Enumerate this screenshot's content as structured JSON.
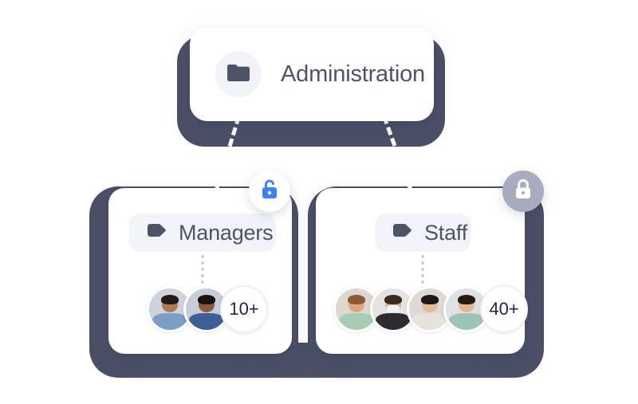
{
  "diagram": {
    "root": {
      "title": "Administration",
      "icon": "folder-icon"
    },
    "connectors": {
      "left": "dashed-connector-left",
      "right": "dashed-connector-right"
    },
    "groups": [
      {
        "id": "managers",
        "label": "Managers",
        "tag_icon": "tag-icon",
        "lock": {
          "icon": "unlock-icon",
          "state": "unlocked",
          "circle_color": "#ffffff",
          "glyph_color": "#3b82f6"
        },
        "members_overflow": "10+",
        "avatars": [
          {
            "name": "avatar-manager-1",
            "skin": "#b07a55",
            "hair": "#221a16",
            "shirt": "#7b9ec4",
            "mask": false
          },
          {
            "name": "avatar-manager-2",
            "skin": "#8b5a39",
            "hair": "#191210",
            "shirt": "#3f5f96",
            "mask": false
          }
        ]
      },
      {
        "id": "staff",
        "label": "Staff",
        "tag_icon": "tag-icon",
        "lock": {
          "icon": "lock-icon",
          "state": "locked",
          "circle_color": "#a9acc0",
          "glyph_color": "#ffffff"
        },
        "members_overflow": "40+",
        "avatars": [
          {
            "name": "avatar-staff-1",
            "skin": "#dba882",
            "hair": "#8a5a38",
            "shirt": "#a9cdb4",
            "mask": false
          },
          {
            "name": "avatar-staff-2",
            "skin": "#e0b38c",
            "hair": "#3a2a20",
            "shirt": "#2c2c30",
            "mask": true
          },
          {
            "name": "avatar-staff-3",
            "skin": "#e4bb99",
            "hair": "#1d1715",
            "shirt": "#e6e2dc",
            "mask": false
          },
          {
            "name": "avatar-staff-4",
            "skin": "#e2b68f",
            "hair": "#241b16",
            "shirt": "#9cc4b6",
            "mask": false
          }
        ]
      }
    ],
    "colors": {
      "backdrop": "#4b5067",
      "card": "#ffffff",
      "pill": "#f1f3f8",
      "text": "#4d5468",
      "counter_text": "#1f2544",
      "dotted_line": "#ccd1de"
    }
  }
}
